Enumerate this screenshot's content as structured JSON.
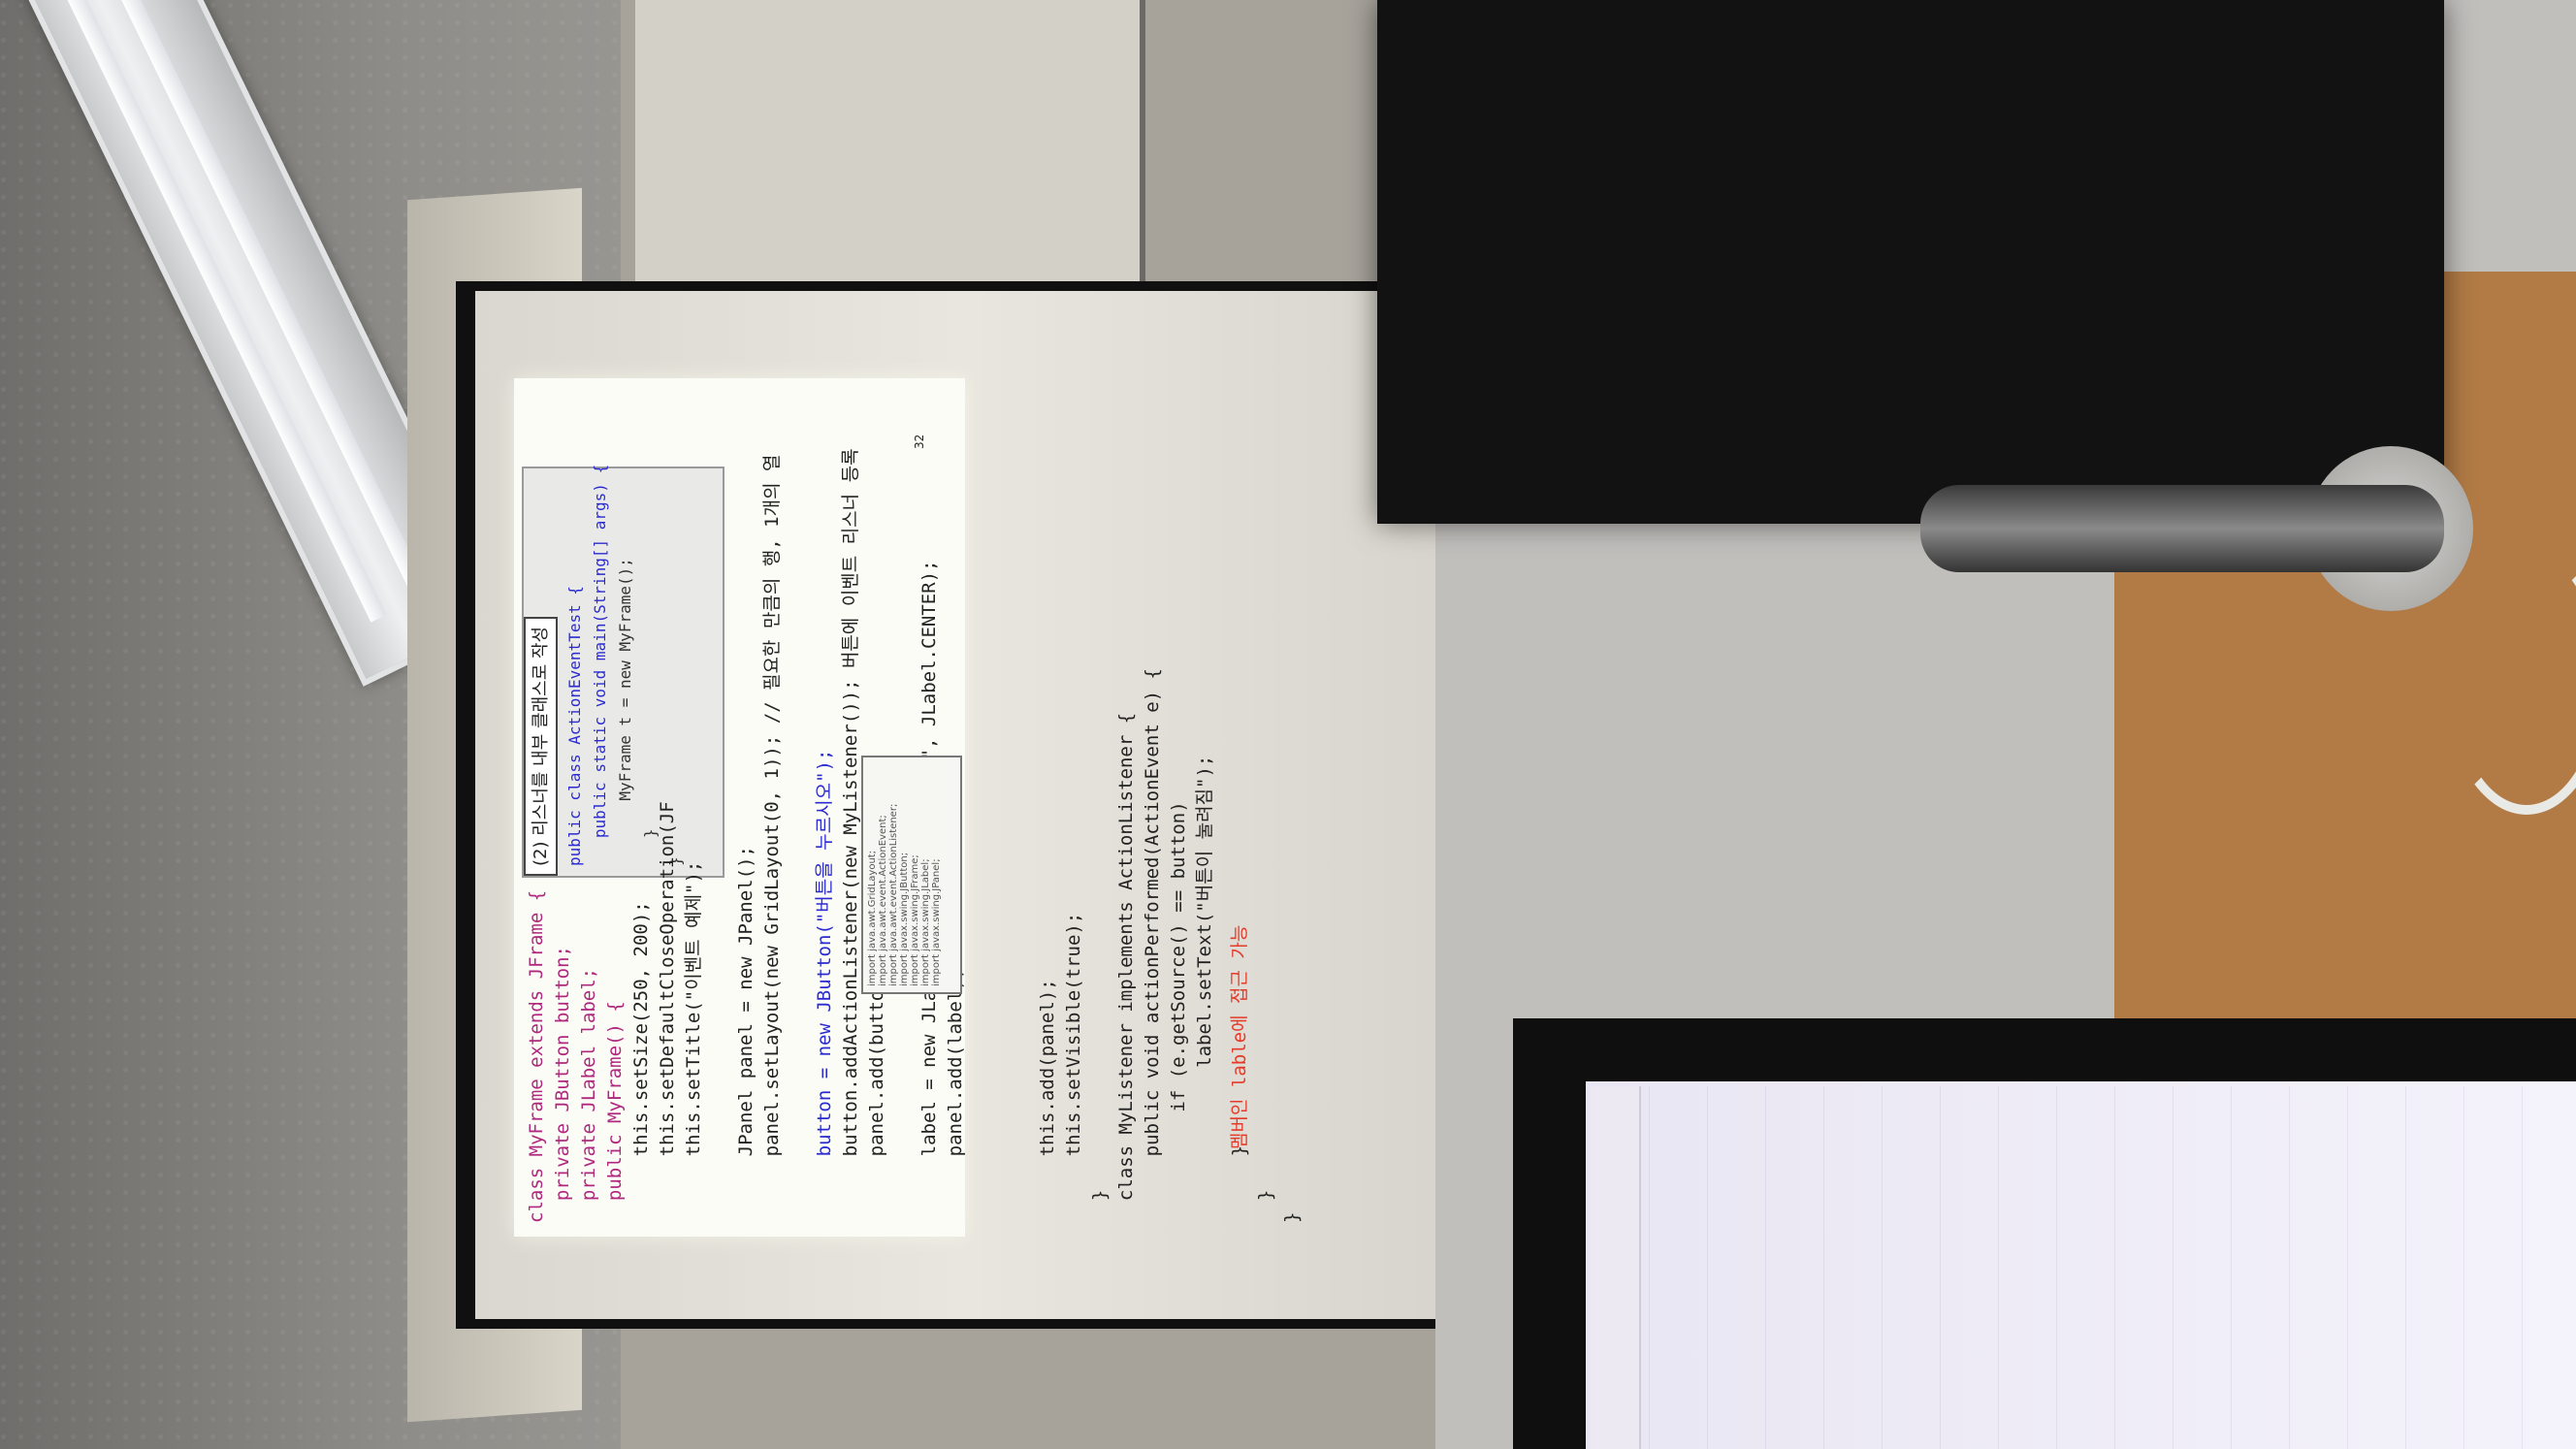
{
  "slide": {
    "title_badge": "(2) 리스너를 내부 클래스로 작성",
    "page_number": "32",
    "code_lines": [
      "class MyFrame extends JFrame {",
      "  private JButton button;",
      "  private JLabel label;",
      "  public MyFrame() {",
      "      this.setSize(250, 200);",
      "      this.setDefaultCloseOperation(JF",
      "      this.setTitle(\"이벤트 예제\");",
      "",
      "      JPanel panel = new JPanel();",
      "      panel.setLayout(new GridLayout(0, 1)); // 필요한 만큼의 행, 1개의 열",
      "",
      "      button = new JButton(\"버튼을 누르시오\");",
      "      button.addActionListener(new MyListener()); 버튼에 이벤트 리스너 등록",
      "      panel.add(button);",
      "",
      "      label = new JLabel(\"버튼이 눌려지지 않음\", JLabel.CENTER);",
      "      panel.add(label);",
      "",
      "      this.add(panel);",
      "      this.setVisible(true);",
      "  }",
      "  class MyListener implements ActionListener {",
      "      public void actionPerformed(ActionEvent e) {",
      "          if (e.getSource() == button)",
      "              label.setText(\"버튼이 눌려짐\");",
      "      }",
      "  }",
      "}"
    ],
    "member_note": "멤버인 lable에 접근 가능",
    "main_class_lines": [
      "public class ActionEventTest {",
      "   public static void main(String[] args) {",
      "       MyFrame t = new MyFrame();",
      "   }",
      "}"
    ],
    "imports": [
      "import java.awt.GridLayout;",
      "import java.awt.event.ActionEvent;",
      "import java.awt.event.ActionListener;",
      "import javax.swing.JButton;",
      "import javax.swing.JFrame;",
      "import javax.swing.JLabel;",
      "import javax.swing.JPanel;"
    ]
  }
}
